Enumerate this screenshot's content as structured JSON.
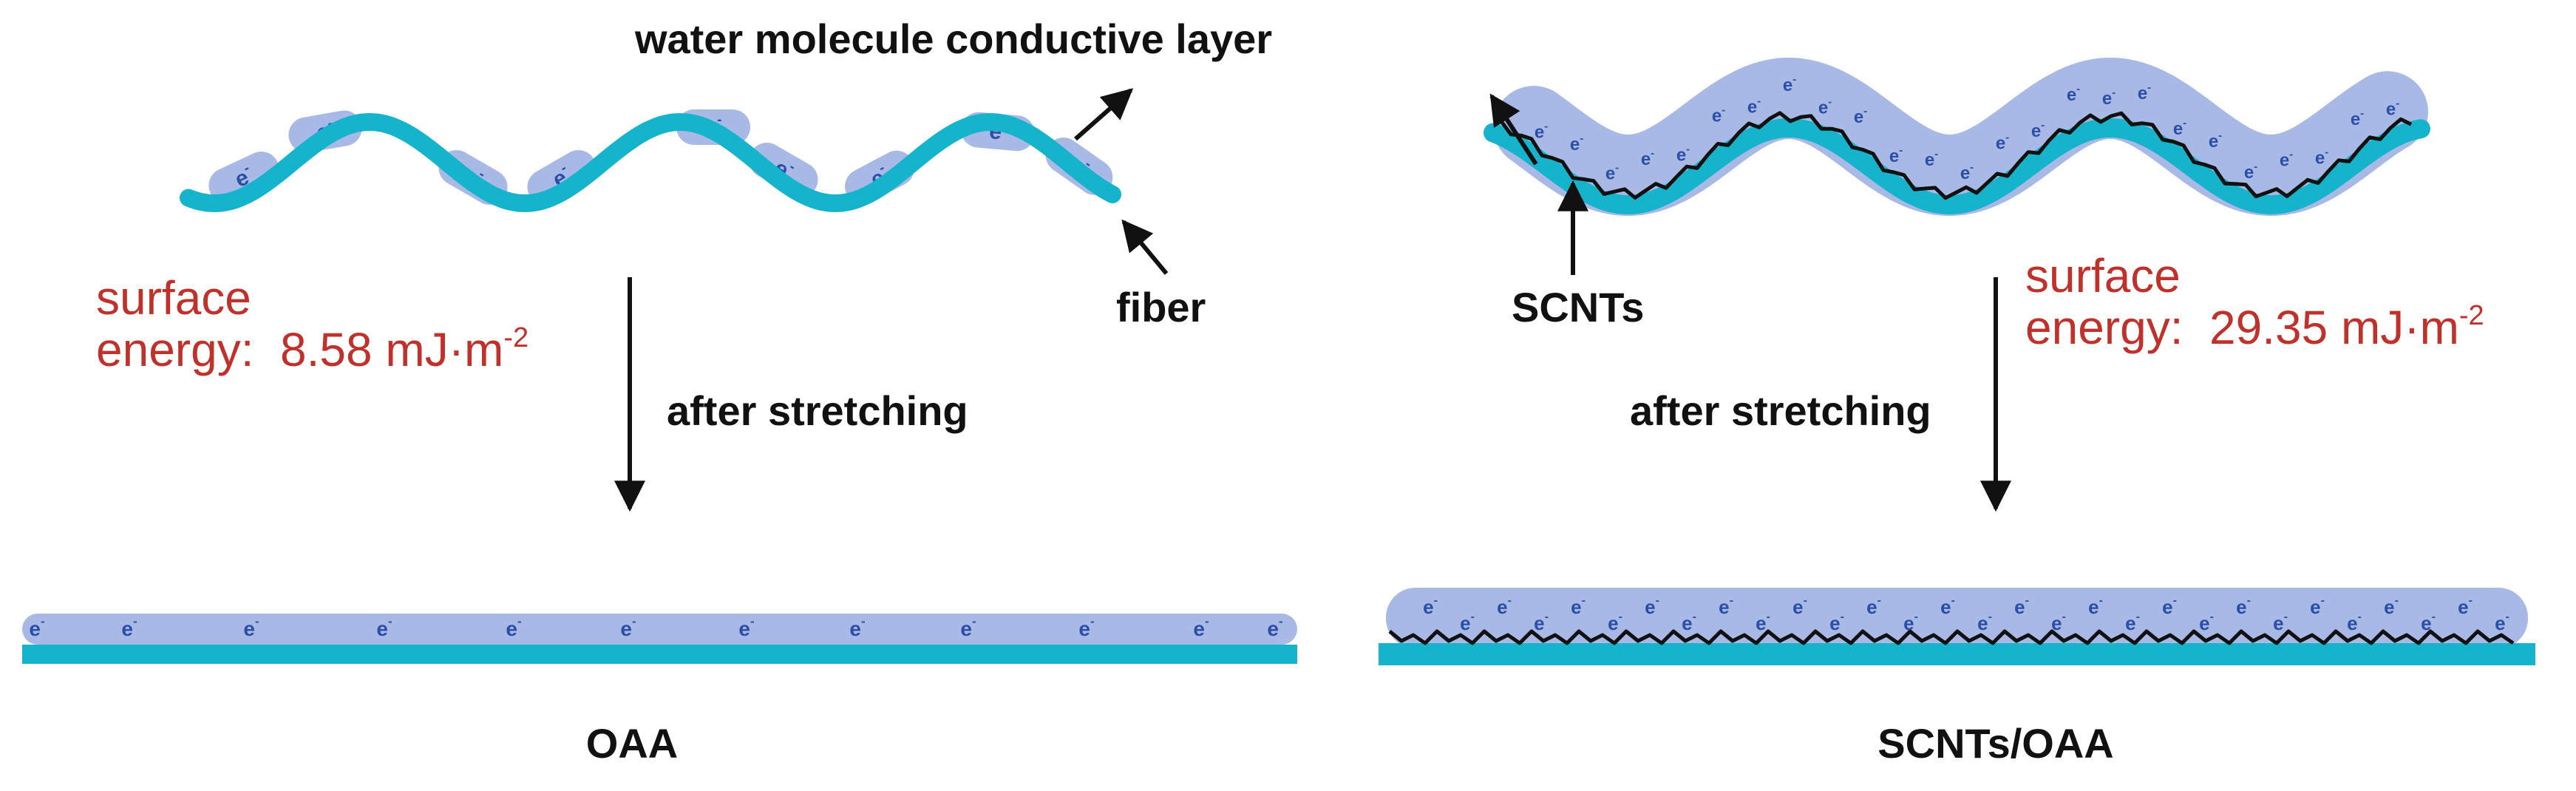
{
  "labels": {
    "water_layer": "water molecule conductive layer",
    "fiber": "fiber",
    "scnts": "SCNTs",
    "left_stretch": "after stretching",
    "right_stretch": "after stretching",
    "left_name": "OAA",
    "right_name": "SCNTs/OAA"
  },
  "surface_left": {
    "line1": "surface",
    "line2": "energy:  8.58 mJ·m",
    "sup": "-2"
  },
  "surface_right": {
    "line1": "surface",
    "line2": "energy:  29.35 mJ·m",
    "sup": "-2"
  },
  "electron": {
    "base": "e",
    "sup": "-"
  },
  "colors": {
    "fiber": "#16b4cc",
    "water": "#a9b9e6",
    "electron": "#2b4ea8",
    "label_red": "#c0312b",
    "text": "#111111",
    "cnt": "#111111"
  }
}
